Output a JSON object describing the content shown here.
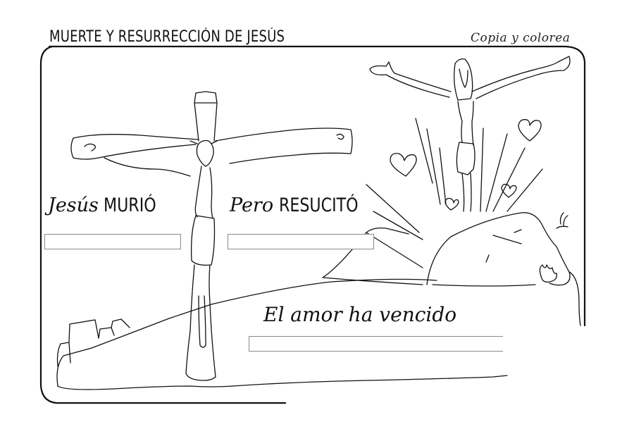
{
  "worksheet": {
    "title": "MUERTE Y RESURRECCIÓN DE JESÚS",
    "instruction": "Copia y colorea"
  },
  "left_panel": {
    "phrase_script": "Jesús",
    "phrase_caps": "MURIÓ",
    "illustration": "Jesus crucified on the cross over a hill with stones"
  },
  "right_panel": {
    "phrase_script": "Pero",
    "phrase_caps": "RESUCITÓ",
    "illustration": "Risen Jesus with open arms above a tomb stone, rays and hearts"
  },
  "bottom": {
    "phrase": "El amor ha vencido"
  },
  "colors": {
    "line": "#111111",
    "box_border": "#8a8a8a",
    "background": "#ffffff"
  }
}
